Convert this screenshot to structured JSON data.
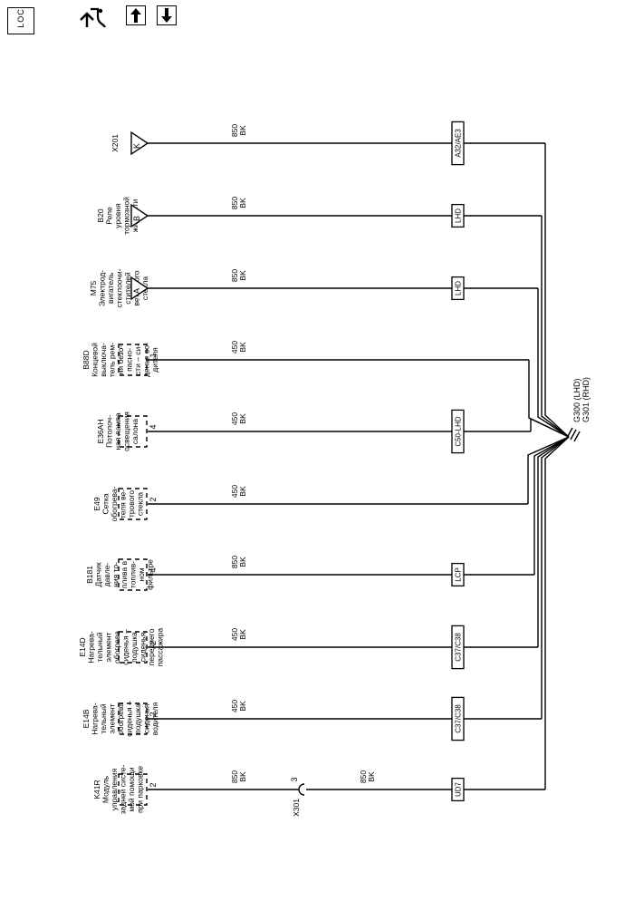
{
  "toolbar": {
    "loc_label": "LOC",
    "buttons": [
      {
        "name": "loc-button",
        "icon": "loc-icon"
      },
      {
        "name": "navigate-button",
        "icon": "navigate-tool-icon"
      },
      {
        "name": "arrow-up-button",
        "icon": "arrow-up-icon"
      },
      {
        "name": "arrow-down-button",
        "icon": "arrow-down-icon"
      }
    ]
  },
  "diagram": {
    "ground_label": [
      "G300 (LHD)",
      "G301 (RHD)"
    ],
    "splice": {
      "name": "X301",
      "pin": "3",
      "wire": [
        "850",
        "BK"
      ]
    },
    "circuits": [
      {
        "component": [
          "X201"
        ],
        "connector_type": "triangle",
        "pin": "K",
        "wire": [
          "850",
          "BK"
        ],
        "splice_id": "A32/AE3"
      },
      {
        "component": [
          "B20",
          "Реле",
          "уровня",
          "тормозной",
          "жидкости"
        ],
        "connector_type": "triangle",
        "pin": "B",
        "wire": [
          "850",
          "BK"
        ],
        "splice_id": "LHD"
      },
      {
        "component": [
          "M75",
          "Электрод-",
          "вигатель",
          "стеклоочи-",
          "стителей",
          "ветрового",
          "стекла"
        ],
        "connector_type": "triangle",
        "pin": "A",
        "wire": [
          "850",
          "BK"
        ],
        "splice_id": "LHD"
      },
      {
        "component": [
          "B88D",
          "Концевой",
          "выключа-",
          "тель рем-",
          "ня безо-",
          "пасно-",
          "сти – си-",
          "денье во-",
          "дителя"
        ],
        "connector_type": "dashed",
        "pin": "1",
        "wire": [
          "450",
          "BK"
        ],
        "splice_id": ""
      },
      {
        "component": [
          "E36AH",
          "Потолоч-",
          "ная лампа",
          "освещения",
          "салона"
        ],
        "connector_type": "dashed",
        "pin": "4",
        "wire": [
          "450",
          "BK"
        ],
        "splice_id": "C50-LHD"
      },
      {
        "component": [
          "E49",
          "Сетка",
          "обогрева-",
          "теля ве-",
          "трового",
          "стекла"
        ],
        "connector_type": "dashed",
        "pin": "2",
        "wire": [
          "450",
          "BK"
        ],
        "splice_id": ""
      },
      {
        "component": [
          "B181",
          "Датчик",
          "давле-",
          "ния то-",
          "плива в",
          "топлив-",
          "ном",
          "фильтре"
        ],
        "connector_type": "dashed",
        "pin": "4",
        "wire": [
          "850",
          "BK"
        ],
        "splice_id": "LCP"
      },
      {
        "component": [
          "E14D",
          "Нагрева-",
          "тельный",
          "элемент",
          "обогрева",
          "сиденья –",
          "подушка",
          "сиденья",
          "переднего",
          "пассажира"
        ],
        "connector_type": "dashed",
        "pin": "2",
        "wire": [
          "450",
          "BK"
        ],
        "splice_id": "C37/C38"
      },
      {
        "component": [
          "E14B",
          "Нагрева-",
          "тельный",
          "элемент",
          "обогрева",
          "сиденья –",
          "подушка",
          "сиденья",
          "водителя"
        ],
        "connector_type": "dashed",
        "pin": "2",
        "wire": [
          "450",
          "BK"
        ],
        "splice_id": "C37/C38"
      },
      {
        "component": [
          "K41R",
          "Модуль",
          "управления",
          "задней систе-",
          "мой помощи",
          "при парковке"
        ],
        "connector_type": "dashed",
        "pin": "2",
        "wire": [
          "850",
          "BK"
        ],
        "splice_id": "UD7"
      }
    ]
  }
}
